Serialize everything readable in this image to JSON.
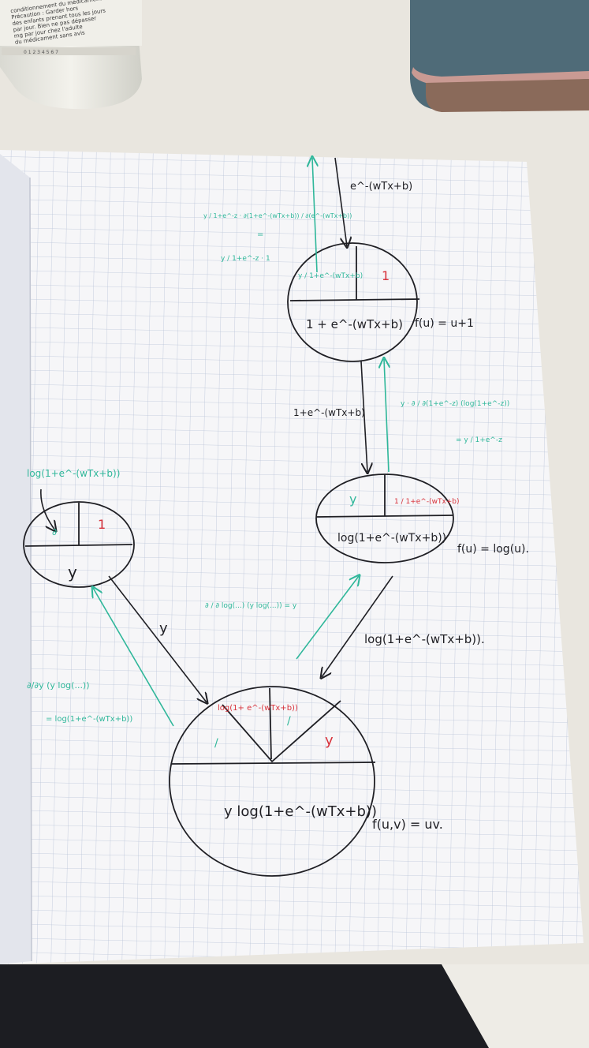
{
  "bottle_label": {
    "text_lines": [
      "conditionnement du médicament",
      "Précaution : Garder hors",
      "des enfants prenant tous les jours",
      "par jour. Bien ne pas dépasser",
      "mg par jour chez l'adulte",
      "du médicament sans avis"
    ],
    "band_label": "0 1 2 3 4 5 6 7"
  },
  "nodes": {
    "top": {
      "upper_left": "y / 1+e^-(wTx+b)",
      "upper_right": "1",
      "lower": "1 + e^-(wTx+b)",
      "function": "f(u) = u+1"
    },
    "middle": {
      "upper_left": "y",
      "upper_right": "1 / 1+e^-(wTx+b)",
      "lower": "log(1+e^-(wTx+b))",
      "function": "f(u) = log(u)."
    },
    "left": {
      "upper_left": "∂",
      "upper_right": "1",
      "lower": "y"
    },
    "bottom": {
      "upper_left": "log(1+ e^-(wTx+b))",
      "upper_right": "y",
      "lower": "y log(1+e^-(wTx+b))",
      "function": "f(u,v) = uv."
    }
  },
  "edges": {
    "into_top": "e^-(wTx+b)",
    "top_to_middle": "1+e^-(wTx+b)",
    "middle_to_bottom": "log(1+e^-(wTx+b)).",
    "left_to_bottom": "y",
    "left_input": "log(1+e^-(wTx+b))"
  },
  "green_annotations": {
    "top_gradient_line1": "y / 1+e^-z · ∂(1+e^-(wTx+b)) / ∂(e^-(wTx+b))",
    "top_gradient_eq": "=",
    "top_gradient_line2": "y / 1+e^-z · 1",
    "middle_gradient_line1": "y · ∂ / ∂(1+e^-z) (log(1+e^-z))",
    "middle_gradient_line2": "= y / 1+e^-z",
    "bottom_right_gradient": "∂ / ∂ log(...) (y log(...)) = y",
    "bottom_left_gradient_line1": "∂/∂y (y log(...))",
    "bottom_left_gradient_line2": "= log(1+e^-(wTx+b))",
    "ticks": [
      "/",
      "/"
    ]
  },
  "colors": {
    "paper": "#f6f6f8",
    "grid": "#b9c3d8",
    "ink_black": "#1f1f24",
    "ink_red": "#d8313a",
    "ink_green": "#2fb79a",
    "table": "#e9e6df",
    "pouch": "#4f6b78",
    "pouch_trim": "#c99a93"
  }
}
